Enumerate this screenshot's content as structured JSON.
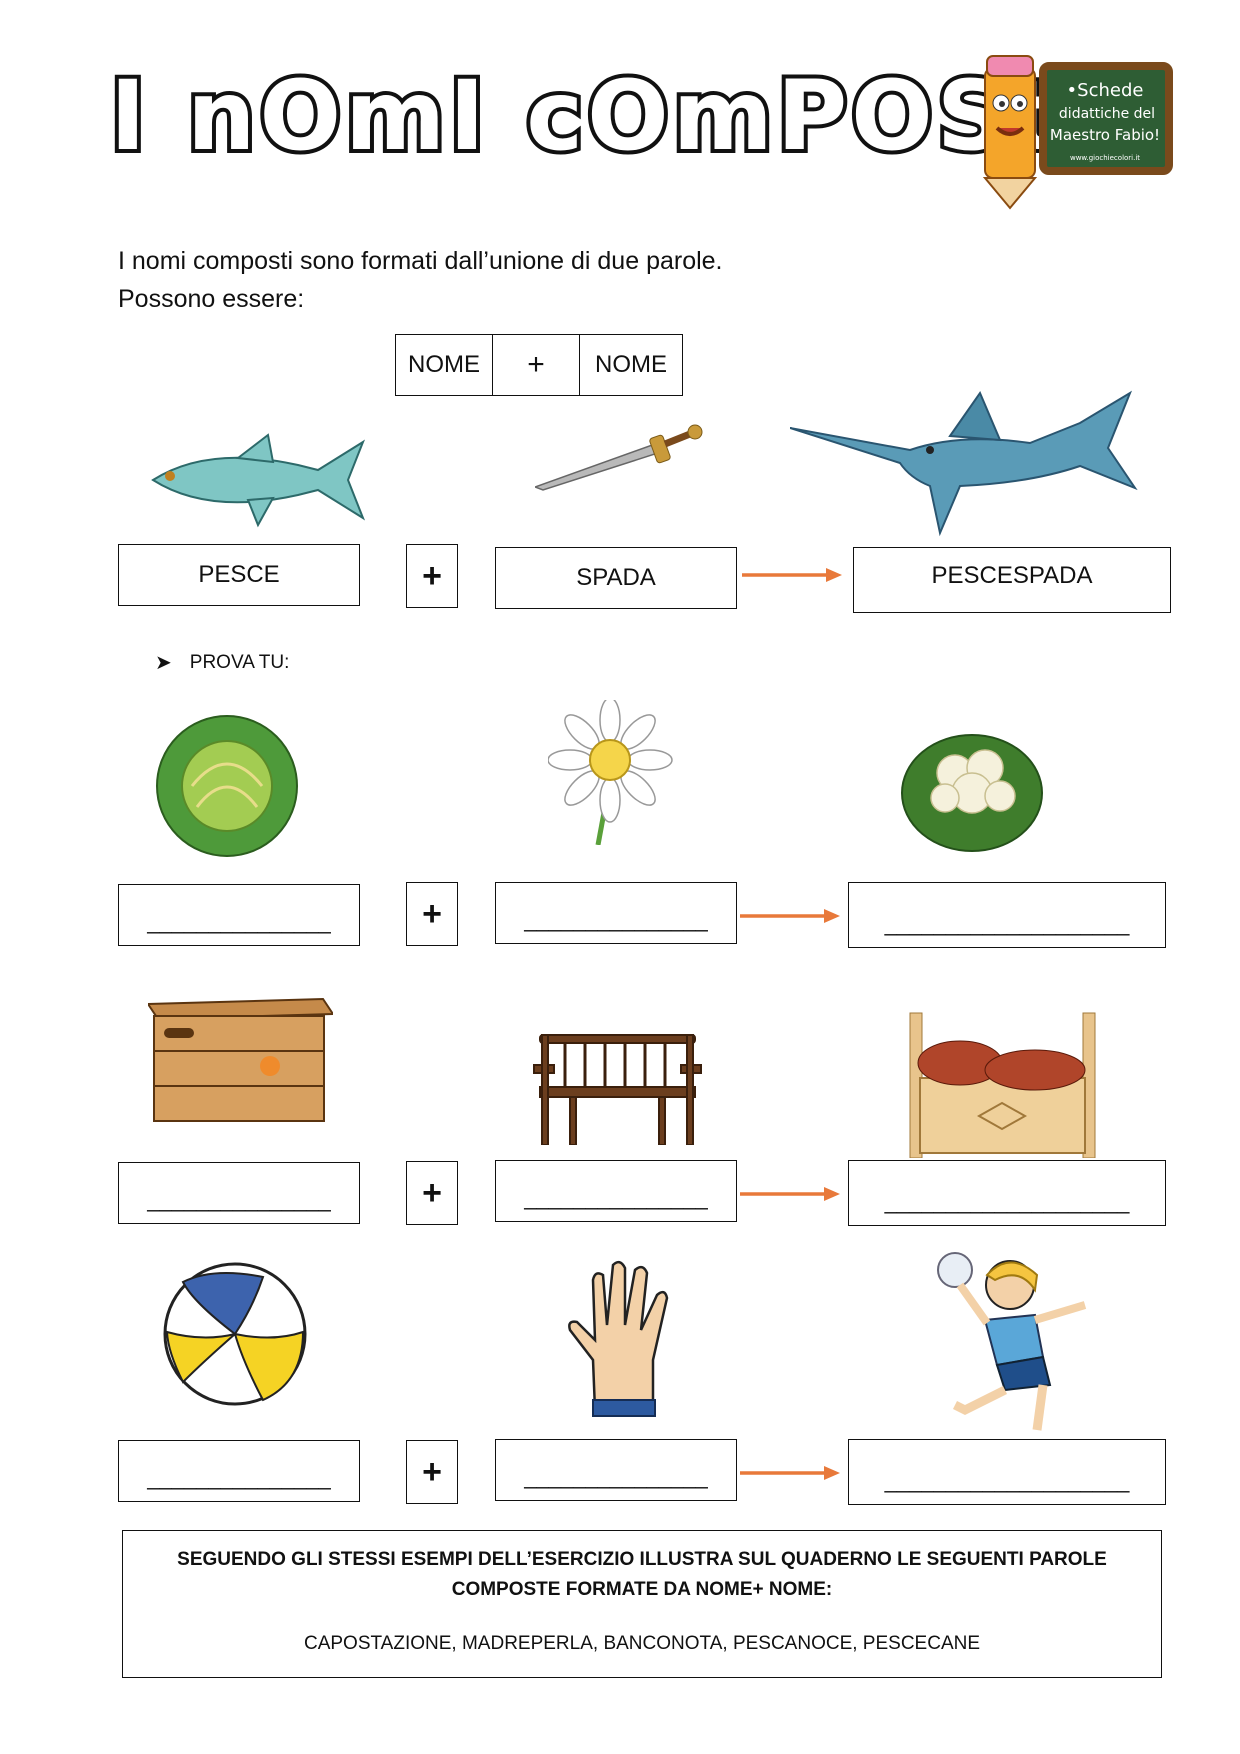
{
  "header": {
    "title": "I nOmI cOmPOStI",
    "logo_lines": [
      "•Schede",
      "didattiche del",
      "Maestro Fabio!",
      "www.giochiecolori.it"
    ]
  },
  "intro": {
    "line1": "I nomi composti sono formati dall’unione di due parole.",
    "line2": "Possono essere:"
  },
  "formula": {
    "left": "NOME",
    "op": "+",
    "right": "NOME"
  },
  "example": {
    "word1": "PESCE",
    "plus": "+",
    "word2": "SPADA",
    "result": "PESCESPADA"
  },
  "prova_label": "PROVA TU:",
  "blank_short": "_______________",
  "blank_long": "____________________",
  "plus": "+",
  "exercise_icons": [
    [
      "cabbage",
      "daisy-flower",
      "cauliflower"
    ],
    [
      "wooden-crate",
      "bench",
      "storage-chest-bench"
    ],
    [
      "volleyball",
      "hand",
      "handball-player"
    ]
  ],
  "footer": {
    "instruction": "SEGUENDO GLI STESSI ESEMPI DELL’ESERCIZIO ILLUSTRA SUL QUADERNO LE SEGUENTI PAROLE COMPOSTE FORMATE DA NOME+ NOME:",
    "words": "CAPOSTAZIONE, MADREPERLA, BANCONOTA, PESCANOCE, PESCECANE"
  }
}
